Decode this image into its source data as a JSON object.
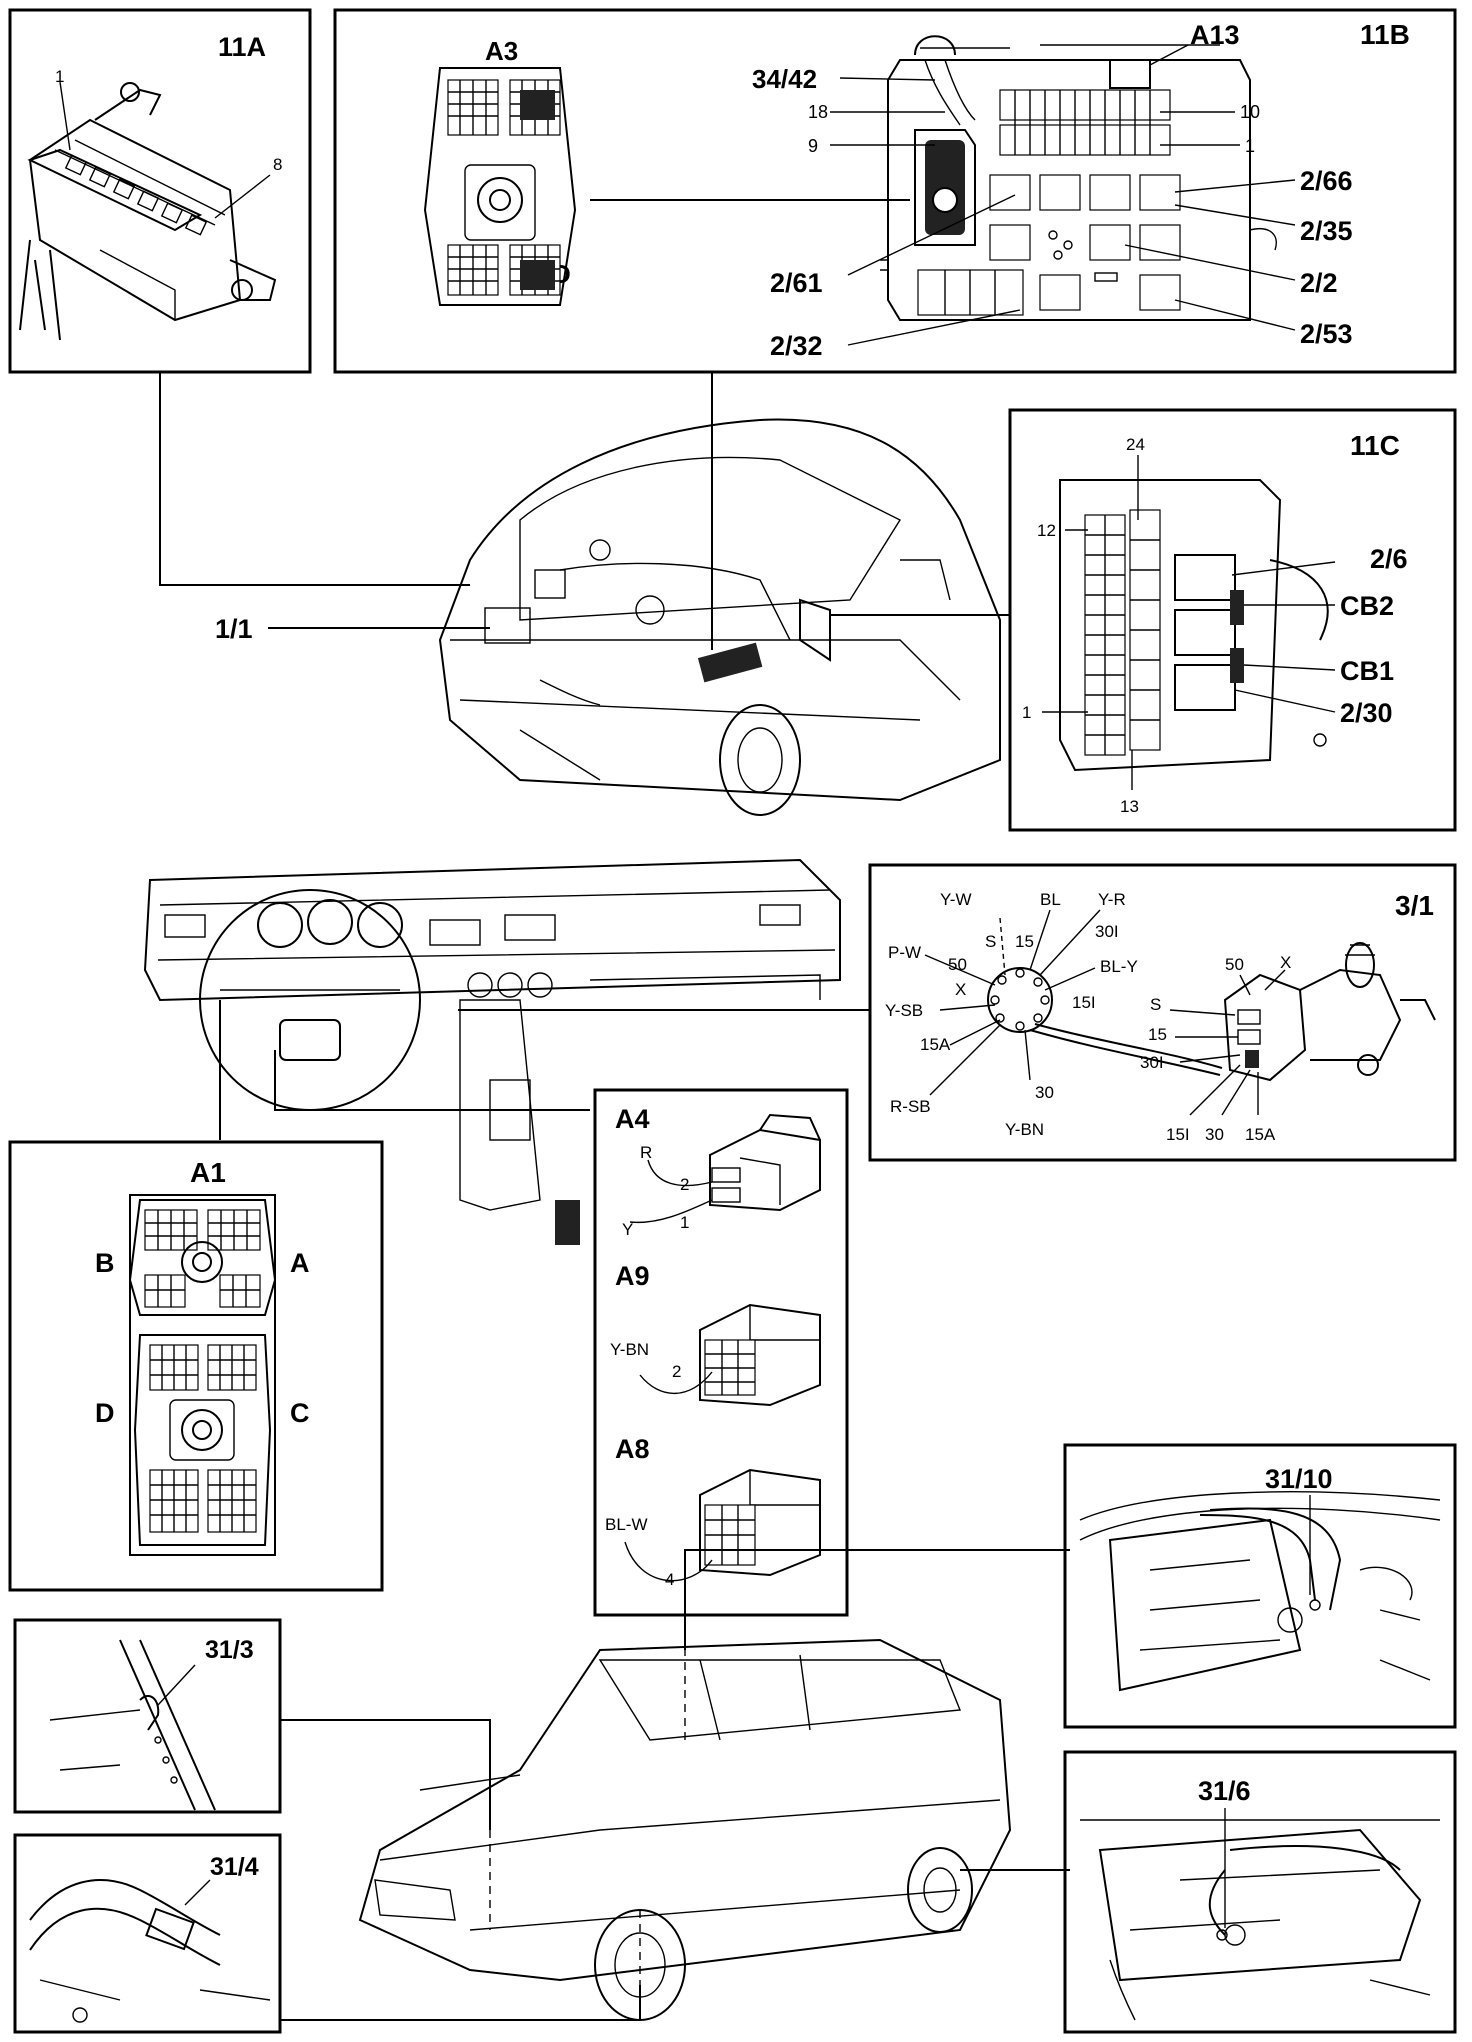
{
  "panels": {
    "p11a": {
      "id": "11A",
      "callouts": [
        "1",
        "8"
      ]
    },
    "p11b": {
      "id": "11B",
      "relay_label": "A3",
      "side_label": "D",
      "callouts": [
        "A13",
        "34/42",
        "18",
        "9",
        "10",
        "1",
        "2/66",
        "2/35",
        "2/61",
        "2/2",
        "2/32",
        "2/53"
      ]
    },
    "p11c": {
      "id": "11C",
      "callouts": [
        "24",
        "12",
        "1",
        "13",
        "2/6",
        "CB2",
        "CB1",
        "2/30"
      ]
    },
    "p_engine": {
      "callouts": [
        "1/1"
      ]
    },
    "p31": {
      "id": "3/1",
      "wires": [
        "Y-W",
        "S",
        "BL",
        "15",
        "Y-R",
        "30I",
        "P-W",
        "50",
        "BL-Y",
        "15I",
        "Y-SB",
        "X",
        "15A",
        "R-SB",
        "30",
        "Y-BN"
      ],
      "switch_terms": [
        "50",
        "X",
        "S",
        "15",
        "30I",
        "15I",
        "30",
        "15A"
      ]
    },
    "a1": {
      "id": "A1",
      "sides": [
        "B",
        "A",
        "D",
        "C"
      ]
    },
    "a_conn": {
      "a4": {
        "id": "A4",
        "wire_r": "R",
        "pin_r": "2",
        "wire_y": "Y",
        "pin_y": "1"
      },
      "a9": {
        "id": "A9",
        "wire": "Y-BN",
        "pin": "2"
      },
      "a8": {
        "id": "A8",
        "wire": "BL-W",
        "pin": "4"
      }
    },
    "ground": {
      "g3": "31/3",
      "g4": "31/4",
      "g10": "31/10",
      "g6": "31/6"
    }
  }
}
